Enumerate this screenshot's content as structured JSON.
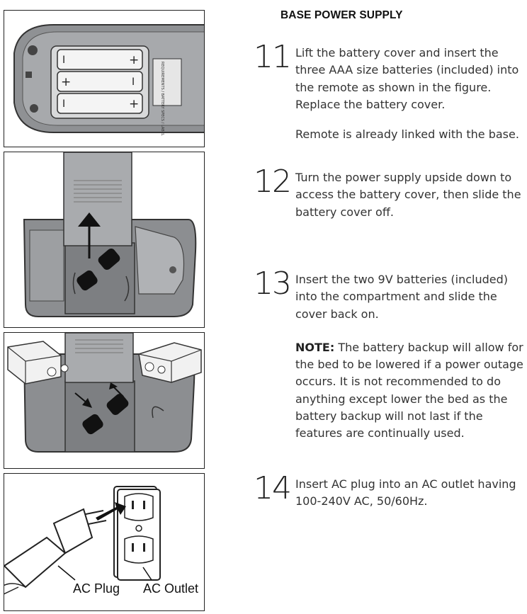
{
  "heading": "BASE POWER SUPPLY",
  "steps": [
    {
      "num": "11",
      "text": "Lift the battery cover and insert the three AAA size batteries (included) into the remote as shown in the figure. Replace the battery cover."
    },
    {
      "num": "12",
      "text": "Turn the power supply upside down to access the battery cover, then slide the battery cover off."
    },
    {
      "num": "13",
      "text": "Insert the two 9V batteries (included) into the compartment and slide the cover back on."
    },
    {
      "num": "14",
      "text": "Insert AC plug into an AC outlet having 100-240V AC, 50/60Hz."
    }
  ],
  "remote_note": "Remote is already linked with the base.",
  "note": {
    "label": "NOTE:",
    "text": " The battery backup will allow for the bed to be lowered if a power outage occurs. It is not recommended to do anything except lower the bed as the battery backup will not last if the features are continually used."
  },
  "figures": {
    "remote_label_text": "REQUIREMENTS / BATTERY SPECS / LABEL",
    "battery_plus": "+",
    "battery_minus": "I",
    "ac_plug_label": "AC Plug",
    "ac_outlet_label": "AC Outlet"
  }
}
